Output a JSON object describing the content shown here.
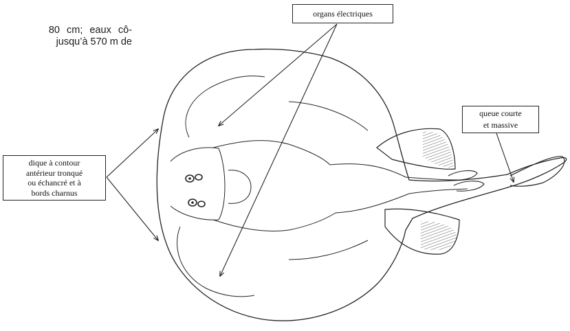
{
  "intro_text": {
    "line1": "80 cm; eaux cô-",
    "line2": "jusqu’à 570 m de"
  },
  "callouts": {
    "organs": "organs électriques",
    "disc": {
      "line1": "dique à contour",
      "line2": "antérieur tronqué",
      "line3": "ou échancré et à",
      "line4": "bords charnus"
    },
    "tail": {
      "line1": "queue courte",
      "line2": "et massive"
    }
  },
  "colors": {
    "ink": "#222222",
    "background": "#ffffff"
  }
}
